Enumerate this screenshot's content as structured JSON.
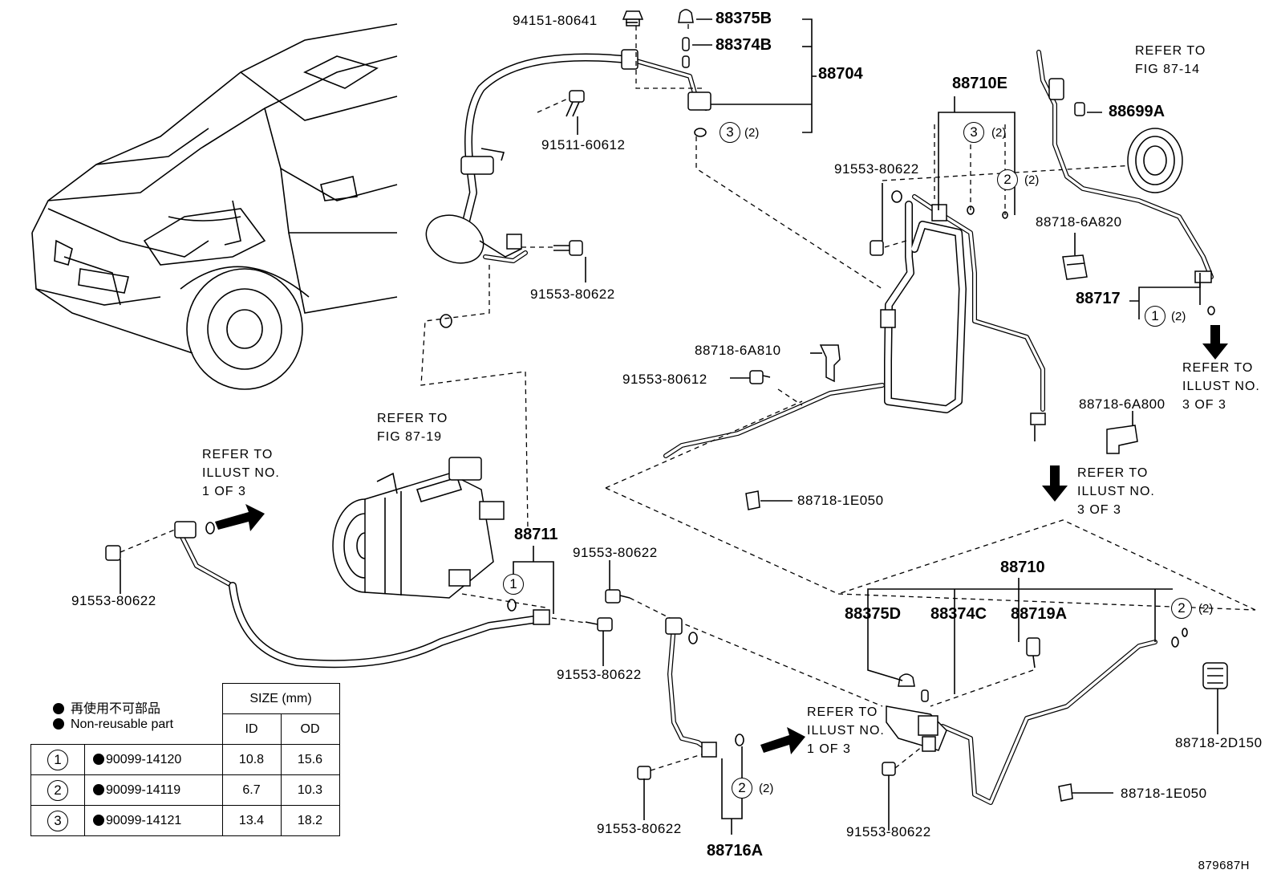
{
  "parts": {
    "p94151_80641": "94151-80641",
    "p88375B": "88375B",
    "p88374B": "88374B",
    "p88704": "88704",
    "p91511_60612": "91511-60612",
    "p88710E": "88710E",
    "p88699A": "88699A",
    "p91553_80622_a": "91553-80622",
    "p91553_80622_b": "91553-80622",
    "p91553_80622_c": "91553-80622",
    "p91553_80622_d": "91553-80622",
    "p91553_80622_e": "91553-80622",
    "p91553_80622_f": "91553-80622",
    "p91553_80622_g": "91553-80622",
    "p88718_6A820": "88718-6A820",
    "p88717": "88717",
    "p88718_6A810": "88718-6A810",
    "p91553_80612": "91553-80612",
    "p88718_6A800": "88718-6A800",
    "p88718_1E050_a": "88718-1E050",
    "p88718_1E050_b": "88718-1E050",
    "p88711": "88711",
    "p88710": "88710",
    "p88375D": "88375D",
    "p88374C": "88374C",
    "p88719A": "88719A",
    "p88718_2D150": "88718-2D150",
    "p88716A": "88716A"
  },
  "notes": {
    "refer_87_14": [
      "REFER TO",
      "FIG 87-14"
    ],
    "refer_87_19": [
      "REFER TO",
      "FIG 87-19"
    ],
    "refer_illust_1_top": [
      "REFER TO",
      "ILLUST NO.",
      "1 OF 3"
    ],
    "refer_illust_3_right": [
      "REFER TO",
      "ILLUST NO.",
      "3 OF 3"
    ],
    "refer_illust_3_mid": [
      "REFER TO",
      "ILLUST NO.",
      "3 OF 3"
    ],
    "refer_illust_1_bottom": [
      "REFER TO",
      "ILLUST NO.",
      "1 OF 3"
    ]
  },
  "callouts": {
    "c3_top": {
      "num": "3",
      "qty": "(2)"
    },
    "c3_88710E": {
      "num": "3",
      "qty": "(2)"
    },
    "c2_88710E": {
      "num": "2",
      "qty": "(2)"
    },
    "c1_88717": {
      "num": "1",
      "qty": "(2)"
    },
    "c1_88711": {
      "num": "1"
    },
    "c2_88710": {
      "num": "2",
      "qty": "(2)"
    },
    "c2_88716A": {
      "num": "2",
      "qty": "(2)"
    }
  },
  "legend": {
    "line1": "再使用不可部品",
    "line2": "Non-reusable part"
  },
  "table": {
    "size_header": "SIZE (mm)",
    "col_id": "ID",
    "col_od": "OD",
    "rows": [
      {
        "ref": "1",
        "part": "90099-14120",
        "id": "10.8",
        "od": "15.6"
      },
      {
        "ref": "2",
        "part": "90099-14119",
        "id": "6.7",
        "od": "10.3"
      },
      {
        "ref": "3",
        "part": "90099-14121",
        "id": "13.4",
        "od": "18.2"
      }
    ]
  },
  "figure_code": "879687H"
}
